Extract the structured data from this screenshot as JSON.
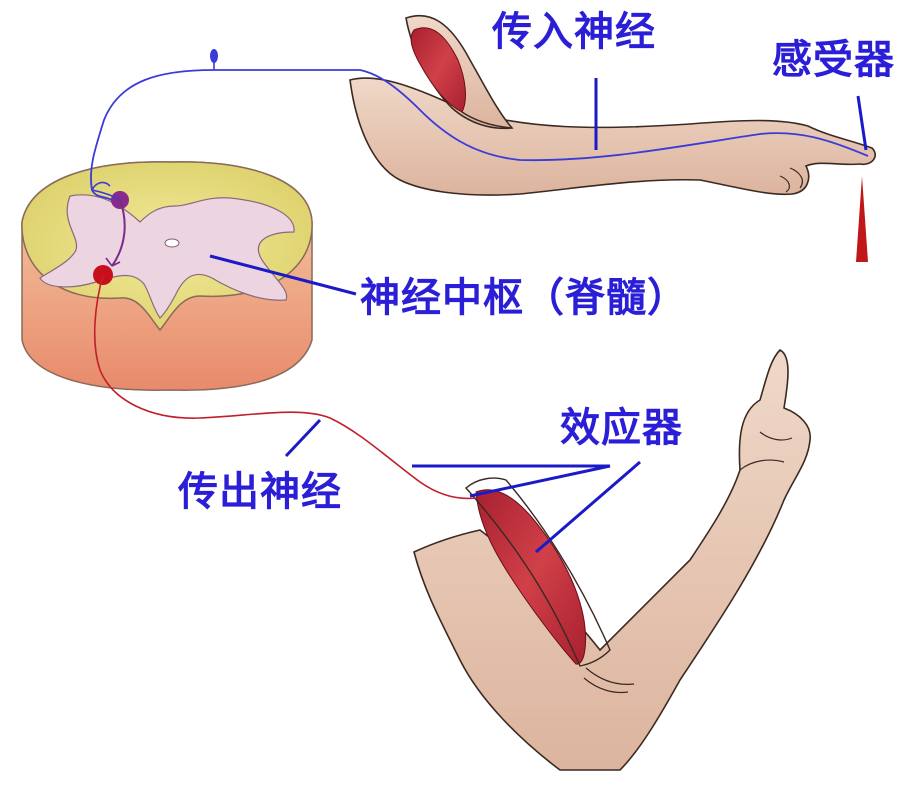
{
  "labels": {
    "afferent_nerve": "传入神经",
    "receptor": "感受器",
    "nerve_center": "神经中枢（脊髓）",
    "effector": "效应器",
    "efferent_nerve": "传出神经"
  },
  "colors": {
    "label_text": "#2a1fd6",
    "afferent_line": "#3b3bd8",
    "efferent_line": "#c0202a",
    "skin": "#e8c8b4",
    "muscle": "#c8323c",
    "gray_matter": "#e8d0dc",
    "white_matter": "#e6dc7a",
    "stimulus_marker": "#c01818"
  }
}
